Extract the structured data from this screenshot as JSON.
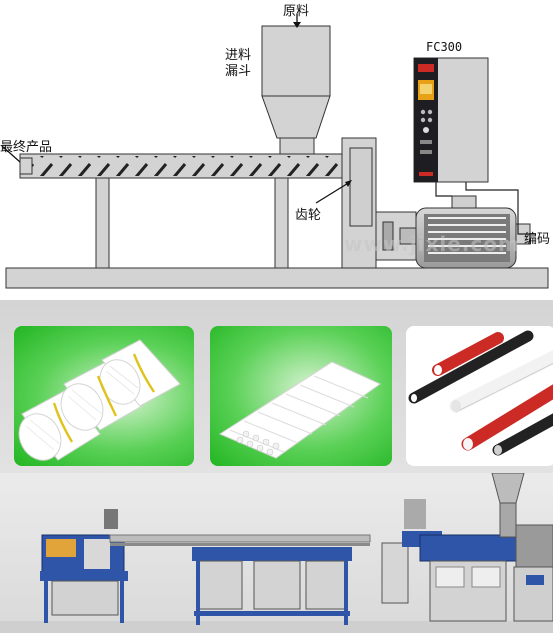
{
  "diagram": {
    "labels": {
      "raw_material": "原料",
      "feed_hopper_line1": "进料",
      "feed_hopper_line2": "漏斗",
      "final_product": "最终产品",
      "gear": "齿轮",
      "controller": "FC300",
      "encoder": "编码"
    },
    "watermark": "www.jixie.com"
  },
  "colors": {
    "machine_gray": "#d3d3d3",
    "outline": "#333333",
    "drive_panel": "#1e1e22",
    "red_bar": "#cc2a25",
    "tile_green": "#22b522",
    "tile_green_light": "#d8f3d2"
  }
}
